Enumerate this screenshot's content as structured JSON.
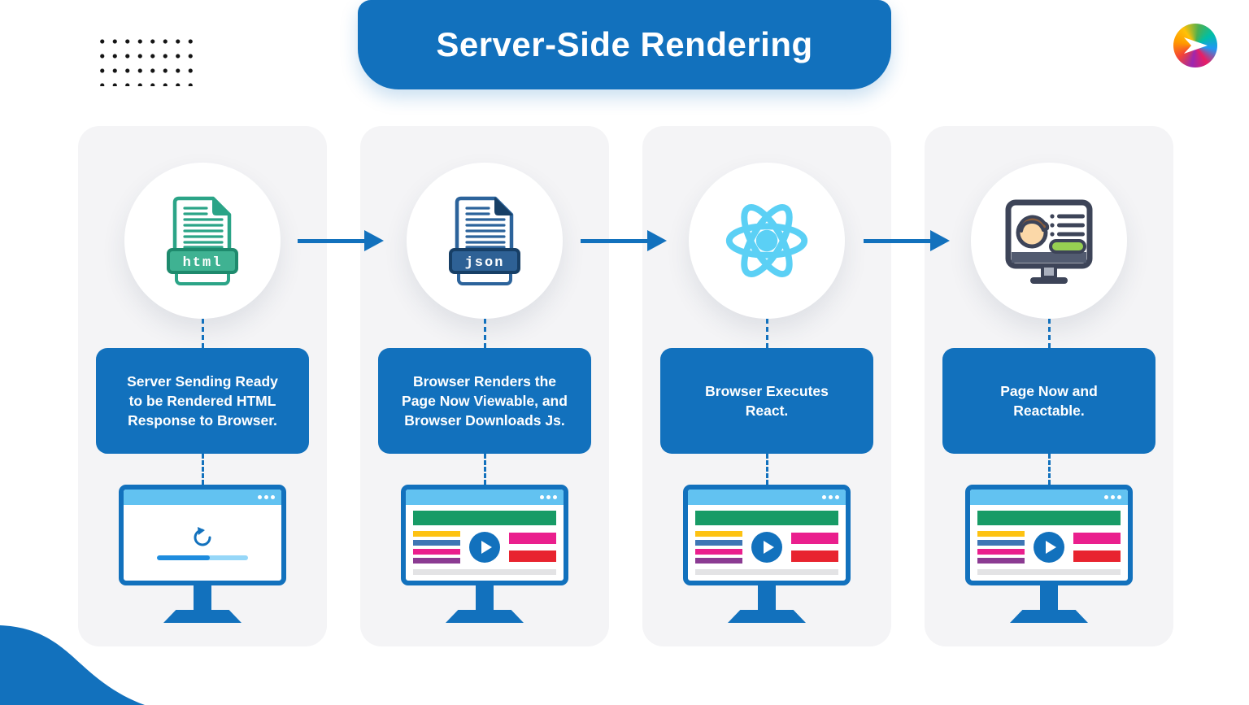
{
  "title": "Server-Side Rendering",
  "colors": {
    "accent": "#1271BD",
    "card_bg": "#F4F4F6",
    "titlebar_blue": "#62C2F1",
    "react_blue": "#5BD0F5",
    "html_green": "#2BA487",
    "html_band": "#3FB292",
    "html_band_border": "#1E8A6D",
    "json_blue": "#2C639B",
    "json_band": "#2E6195",
    "json_band_border": "#173F66",
    "bar_green": "#189B66",
    "bar_yellow": "#FDC212",
    "bar_blue": "#3E76B5",
    "bar_pink": "#EA1F8D",
    "bar_purple": "#8B3B92",
    "bar_red": "#E8242F",
    "bar_gray": "#E3E3E5",
    "progress_dark": "#1E8CDE",
    "progress_light": "#96D7F8",
    "icon_outline": "#3D4458"
  },
  "steps": [
    {
      "icon": "html-file",
      "icon_label": "html",
      "caption": "Server Sending Ready\nto be Rendered HTML\nResponse to Browser.",
      "monitor": "loading"
    },
    {
      "icon": "json-file",
      "icon_label": "json",
      "caption": "Browser Renders the\nPage Now Viewable, and\nBrowser Downloads Js.",
      "monitor": "webpage"
    },
    {
      "icon": "react-logo",
      "icon_label": "",
      "caption": "Browser Executes\nReact.",
      "monitor": "webpage"
    },
    {
      "icon": "user-monitor",
      "icon_label": "",
      "caption": "Page Now and\nReactable.",
      "monitor": "webpage"
    }
  ]
}
